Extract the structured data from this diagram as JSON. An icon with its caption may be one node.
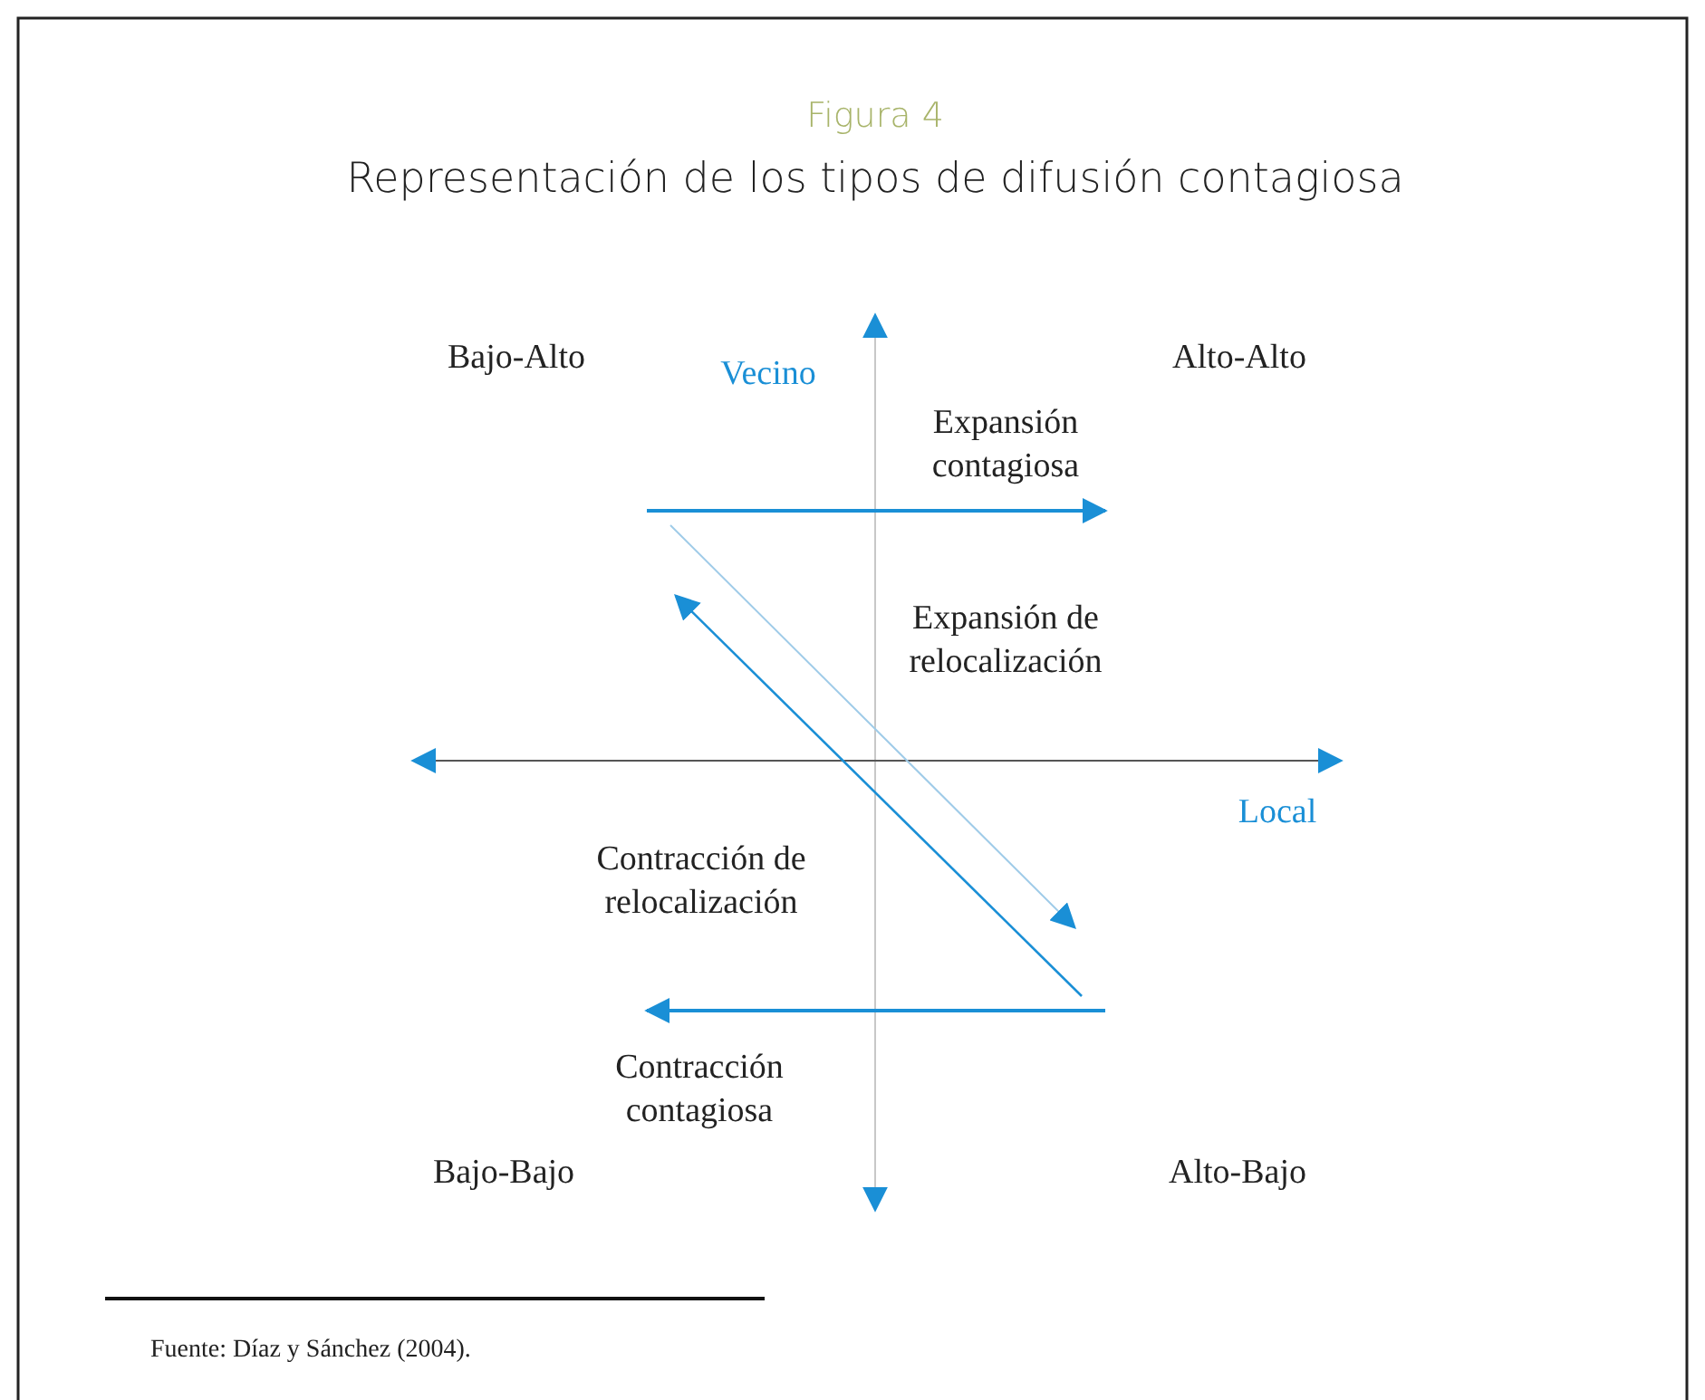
{
  "diagram": {
    "title": "Representación de los tipos de difusión contagiosa",
    "caption": "Fuente: Díaz y Sánchez (2004).",
    "labels": [
      "Figura 4",
      "Bajo-Alto",
      "Vecino",
      "Alto-Alto",
      "Expansión contagiosa",
      "Expansión de relocalización",
      "Local",
      "Contracción de relocalización",
      "Contracción contagiosa",
      "Bajo-Bajo",
      "Alto-Bajo"
    ]
  }
}
